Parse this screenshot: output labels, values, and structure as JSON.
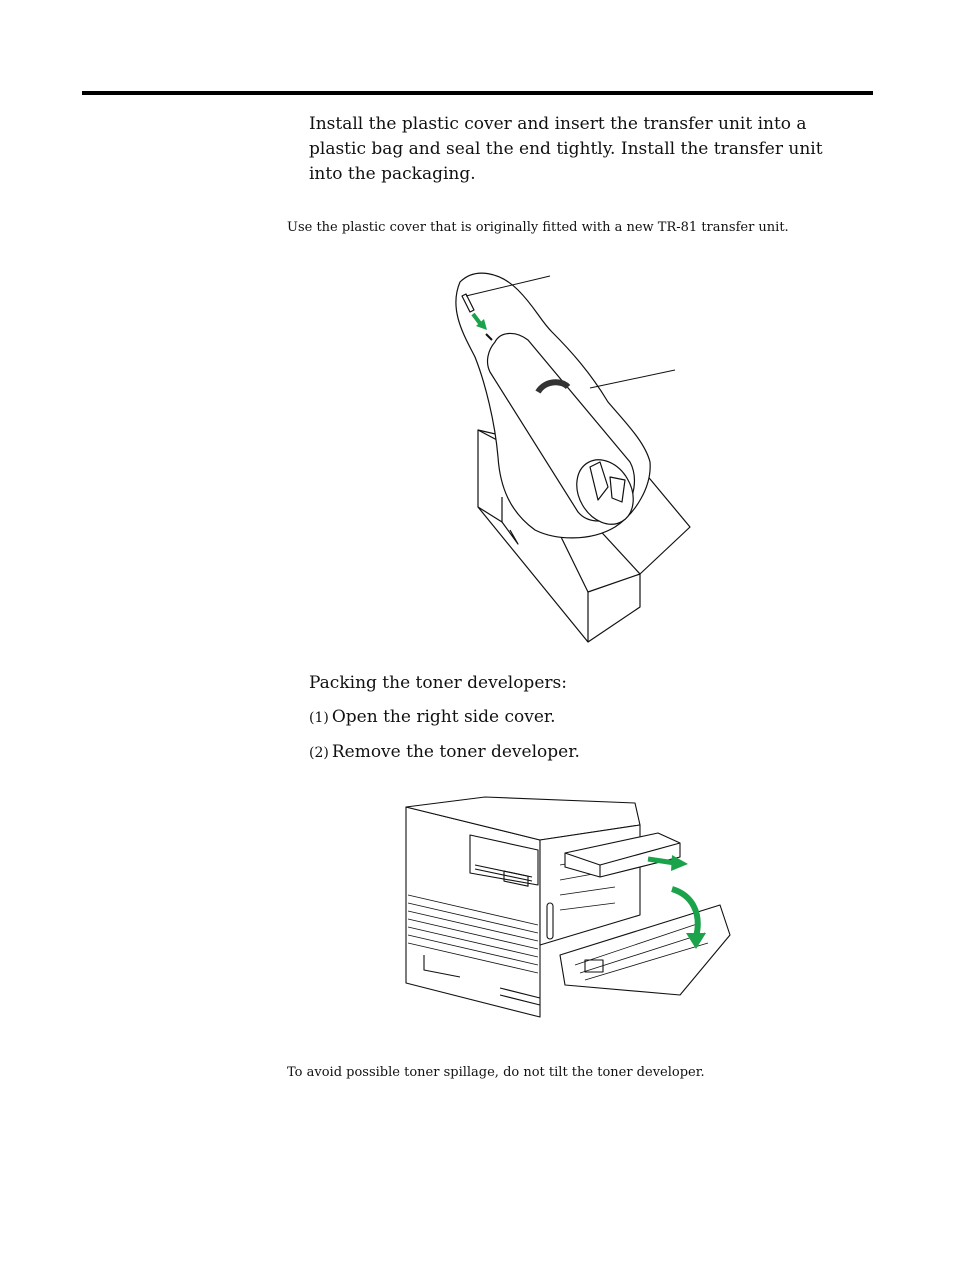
{
  "instruction": {
    "text": "Install the plastic cover and insert the transfer unit into a plastic bag and seal the end tightly. Install the transfer unit into the packaging."
  },
  "note1": {
    "text": "Use the plastic cover that is originally fitted with a new TR-81 transfer unit."
  },
  "toner_section": {
    "heading": "Packing the toner developers:",
    "steps": [
      {
        "num": "(1)",
        "text": "Open the right side cover."
      },
      {
        "num": "(2)",
        "text": "Remove the toner developer."
      }
    ]
  },
  "note2": {
    "text": "To avoid possible toner spillage, do not tilt the toner developer."
  },
  "colors": {
    "arrow_green": "#1aa34a",
    "line": "#111111",
    "rule": "#000000"
  }
}
